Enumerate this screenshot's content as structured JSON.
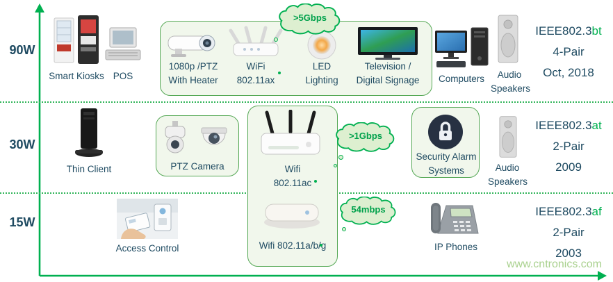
{
  "colors": {
    "accent_green": "#00B050",
    "text_navy": "#1E4A61",
    "box_fill": "#F1F7EC",
    "box_border": "#55A855",
    "cloud_fill": "#DDEFD0",
    "watermark_green": "#A9D18E"
  },
  "axis": {
    "levels": [
      "90W",
      "30W",
      "15W"
    ]
  },
  "clouds": {
    "gbps5": ">5Gbps",
    "gbps1": ">1Gbps",
    "mbps54": "54mbps"
  },
  "standards": [
    {
      "name": "IEEE802.3",
      "suffix": "bt",
      "pairs": "4-Pair",
      "date": "Oct, 2018"
    },
    {
      "name": "IEEE802.3",
      "suffix": "at",
      "pairs": "2-Pair",
      "date": "2009"
    },
    {
      "name": "IEEE802.3",
      "suffix": "af",
      "pairs": "2-Pair",
      "date": "2003"
    }
  ],
  "row90": {
    "smart_kiosks": "Smart Kiosks",
    "pos": "POS",
    "camera": "1080p /PTZ\nWith Heater",
    "wifi_ax": "WiFi\n802.11ax",
    "led": "LED\nLighting",
    "tv": "Television /\nDigital Signage",
    "computers": "Computers",
    "speakers": "Audio\nSpeakers"
  },
  "row30": {
    "thin_client": "Thin Client",
    "ptz": "PTZ Camera",
    "wifi_ac": "Wifi\n802.11ac",
    "security": "Security Alarm\nSystems",
    "speakers": "Audio\nSpeakers"
  },
  "row15": {
    "access": "Access Control",
    "wifi_abg": "Wifi 802.11a/b/g",
    "ip_phones": "IP Phones"
  },
  "watermark": "www.cntronics.com"
}
